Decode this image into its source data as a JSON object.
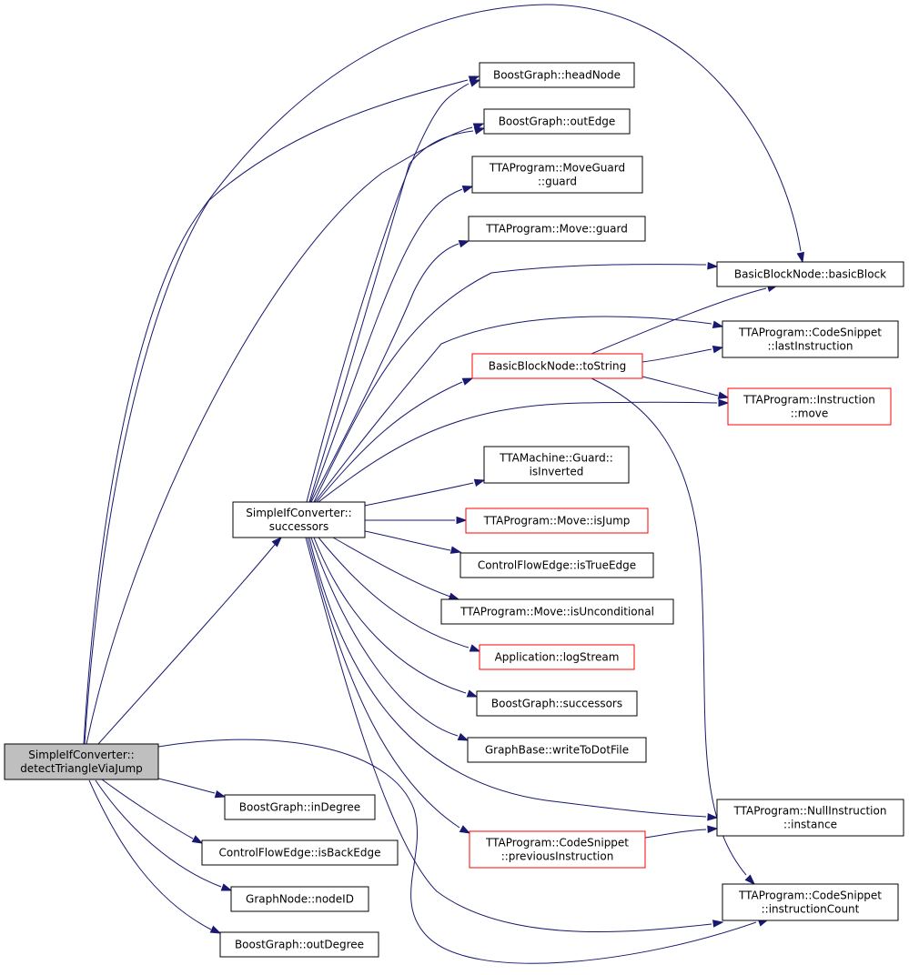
{
  "colors": {
    "edge": "#191970",
    "node_border": "#000000",
    "node_border_link": "#ff0000",
    "root_fill": "#bfbfbf",
    "background": "#ffffff"
  },
  "nodes": {
    "root": {
      "lines": [
        "SimpleIfConverter::",
        "detectTriangleViaJump"
      ],
      "style": "root"
    },
    "succ": {
      "lines": [
        "SimpleIfConverter::",
        "successors"
      ],
      "style": "black"
    },
    "headnode": {
      "lines": [
        "BoostGraph::headNode"
      ],
      "style": "black"
    },
    "outedge": {
      "lines": [
        "BoostGraph::outEdge"
      ],
      "style": "black"
    },
    "moveguard": {
      "lines": [
        "TTAProgram::MoveGuard",
        "::guard"
      ],
      "style": "black"
    },
    "moveguard2": {
      "lines": [
        "TTAProgram::Move::guard"
      ],
      "style": "black"
    },
    "basicblock": {
      "lines": [
        "BasicBlockNode::basicBlock"
      ],
      "style": "black"
    },
    "lastinstr": {
      "lines": [
        "TTAProgram::CodeSnippet",
        "::lastInstruction"
      ],
      "style": "black"
    },
    "tostring": {
      "lines": [
        "BasicBlockNode::toString"
      ],
      "style": "red"
    },
    "instrmove": {
      "lines": [
        "TTAProgram::Instruction",
        "::move"
      ],
      "style": "red"
    },
    "isinverted": {
      "lines": [
        "TTAMachine::Guard::",
        "isInverted"
      ],
      "style": "black"
    },
    "isjump": {
      "lines": [
        "TTAProgram::Move::isJump"
      ],
      "style": "red"
    },
    "istrueedge": {
      "lines": [
        "ControlFlowEdge::isTrueEdge"
      ],
      "style": "black"
    },
    "isuncond": {
      "lines": [
        "TTAProgram::Move::isUnconditional"
      ],
      "style": "black"
    },
    "logstream": {
      "lines": [
        "Application::logStream"
      ],
      "style": "red"
    },
    "bgsucc": {
      "lines": [
        "BoostGraph::successors"
      ],
      "style": "black"
    },
    "writedot": {
      "lines": [
        "GraphBase::writeToDotFile"
      ],
      "style": "black"
    },
    "nullinstr": {
      "lines": [
        "TTAProgram::NullInstruction",
        "::instance"
      ],
      "style": "black"
    },
    "previnstr": {
      "lines": [
        "TTAProgram::CodeSnippet",
        "::previousInstruction"
      ],
      "style": "red"
    },
    "instrcount": {
      "lines": [
        "TTAProgram::CodeSnippet",
        "::instructionCount"
      ],
      "style": "black"
    },
    "indegree": {
      "lines": [
        "BoostGraph::inDegree"
      ],
      "style": "black"
    },
    "isbackedge": {
      "lines": [
        "ControlFlowEdge::isBackEdge"
      ],
      "style": "black"
    },
    "nodeid": {
      "lines": [
        "GraphNode::nodeID"
      ],
      "style": "black"
    },
    "outdegree": {
      "lines": [
        "BoostGraph::outDegree"
      ],
      "style": "black"
    }
  },
  "edges": [
    [
      "root",
      "succ"
    ],
    [
      "root",
      "headnode"
    ],
    [
      "root",
      "outedge"
    ],
    [
      "root",
      "basicblock"
    ],
    [
      "root",
      "instrcount"
    ],
    [
      "root",
      "indegree"
    ],
    [
      "root",
      "isbackedge"
    ],
    [
      "root",
      "nodeid"
    ],
    [
      "root",
      "outdegree"
    ],
    [
      "succ",
      "headnode"
    ],
    [
      "succ",
      "outedge"
    ],
    [
      "succ",
      "moveguard"
    ],
    [
      "succ",
      "moveguard2"
    ],
    [
      "succ",
      "basicblock"
    ],
    [
      "succ",
      "lastinstr"
    ],
    [
      "succ",
      "tostring"
    ],
    [
      "succ",
      "instrmove"
    ],
    [
      "succ",
      "isinverted"
    ],
    [
      "succ",
      "isjump"
    ],
    [
      "succ",
      "istrueedge"
    ],
    [
      "succ",
      "isuncond"
    ],
    [
      "succ",
      "logstream"
    ],
    [
      "succ",
      "bgsucc"
    ],
    [
      "succ",
      "writedot"
    ],
    [
      "succ",
      "nullinstr"
    ],
    [
      "succ",
      "previnstr"
    ],
    [
      "succ",
      "instrcount"
    ],
    [
      "tostring",
      "basicblock"
    ],
    [
      "tostring",
      "lastinstr"
    ],
    [
      "tostring",
      "instrmove"
    ],
    [
      "tostring",
      "instrcount"
    ],
    [
      "previnstr",
      "nullinstr"
    ]
  ]
}
